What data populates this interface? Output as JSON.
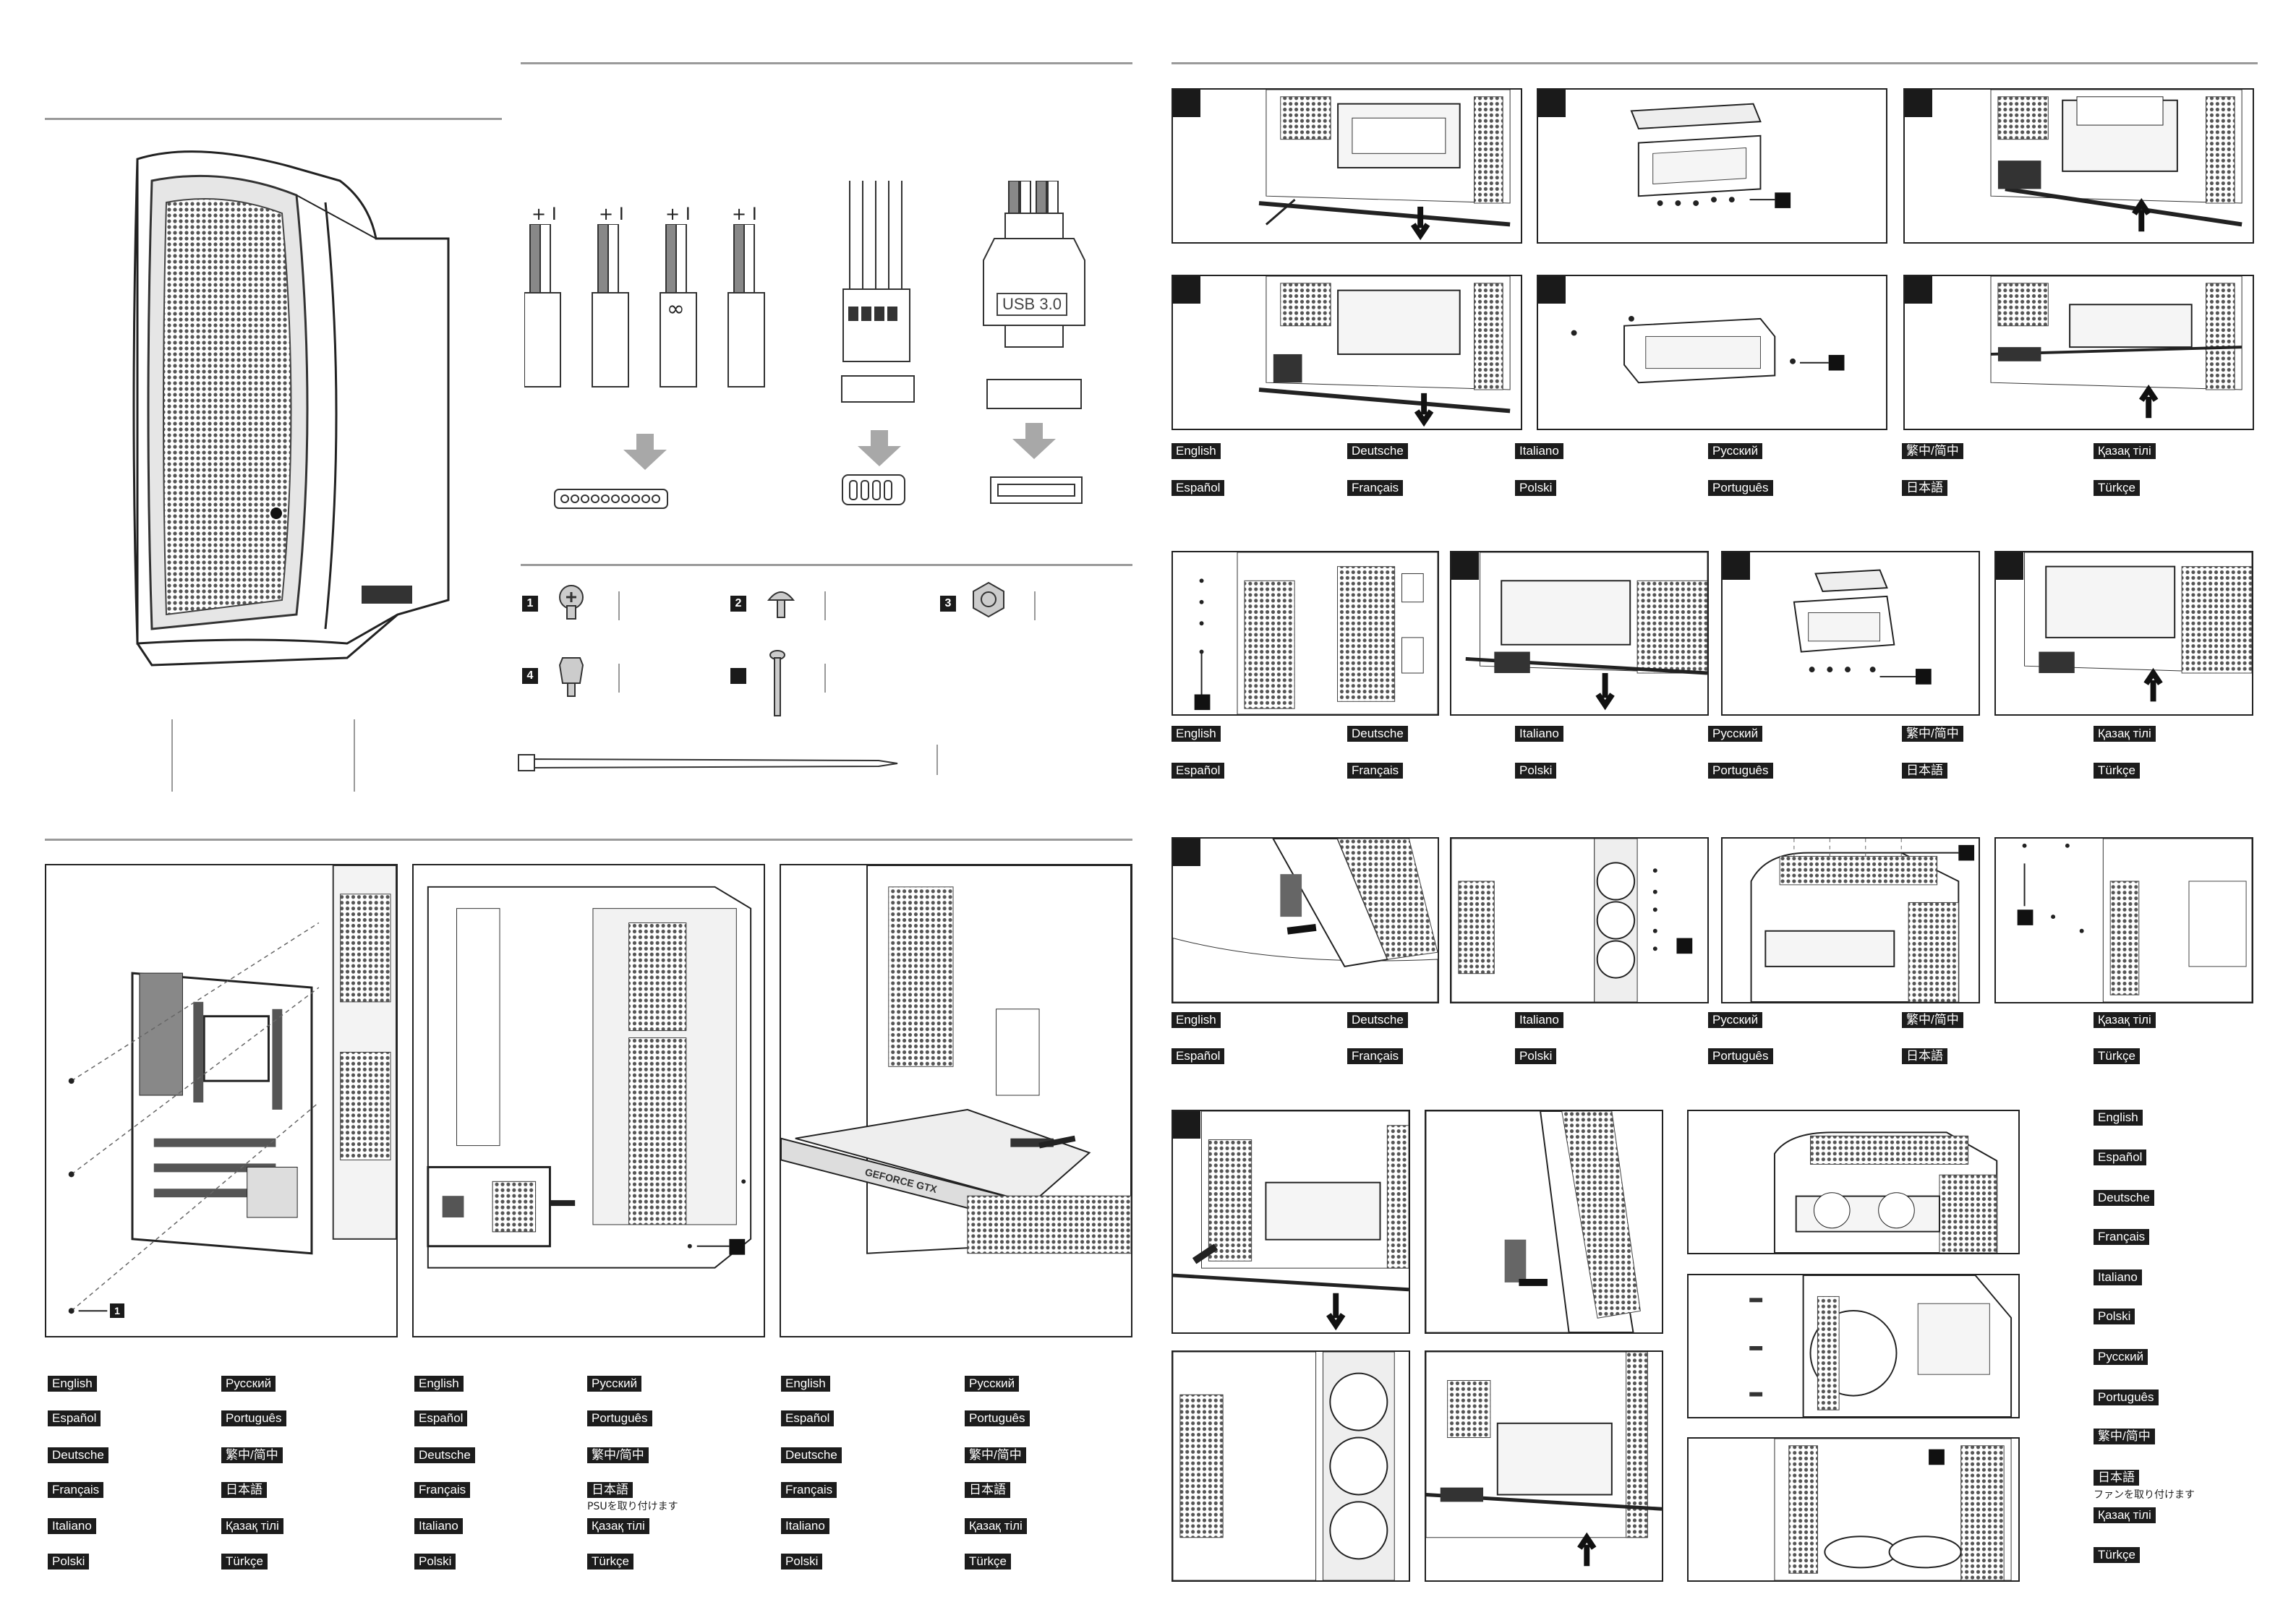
{
  "connectors": {
    "polarity": "+ I",
    "infinity": "∞",
    "usb_label": "USB 3.0"
  },
  "screws": [
    {
      "id": "1"
    },
    {
      "id": "2"
    },
    {
      "id": "3"
    },
    {
      "id": "4"
    }
  ],
  "callouts": {
    "one": "1"
  },
  "languages": {
    "english": "English",
    "espanol": "Español",
    "deutsche": "Deutsche",
    "francais": "Français",
    "italiano": "Italiano",
    "polski": "Polski",
    "russian": "Русский",
    "portugues": "Português",
    "chinese": "繁中/简中",
    "japanese": "日本語",
    "kazakh": "Қазақ тілі",
    "turkce": "Türkçe"
  },
  "notes": {
    "psu_jp": "PSUを取り付けます",
    "fan_jp": "ファンを取り付けます"
  },
  "gpu_brand": "GEFORCE GTX",
  "colors": {
    "label_bg": "#1c1c1c",
    "rule": "#9a9a9a",
    "arrow_gray": "#a8a8a8"
  }
}
